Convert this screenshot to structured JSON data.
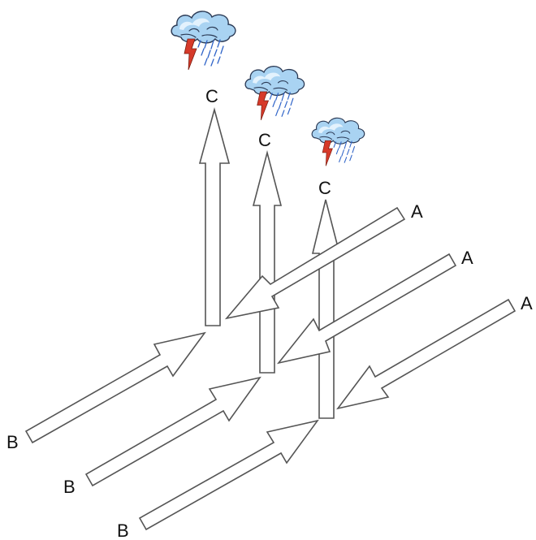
{
  "labels": {
    "c1": "C",
    "c2": "C",
    "c3": "C",
    "a1": "A",
    "a2": "A",
    "a3": "A",
    "b1": "B",
    "b2": "B",
    "b3": "B"
  },
  "icons": {
    "cloud": "storm-cloud-icon"
  },
  "colors": {
    "arrow_stroke": "#555555",
    "arrow_fill": "#ffffff",
    "cloud": "#a9d3f2",
    "rain": "#2f64c8",
    "lightning": "#d63a2a"
  }
}
